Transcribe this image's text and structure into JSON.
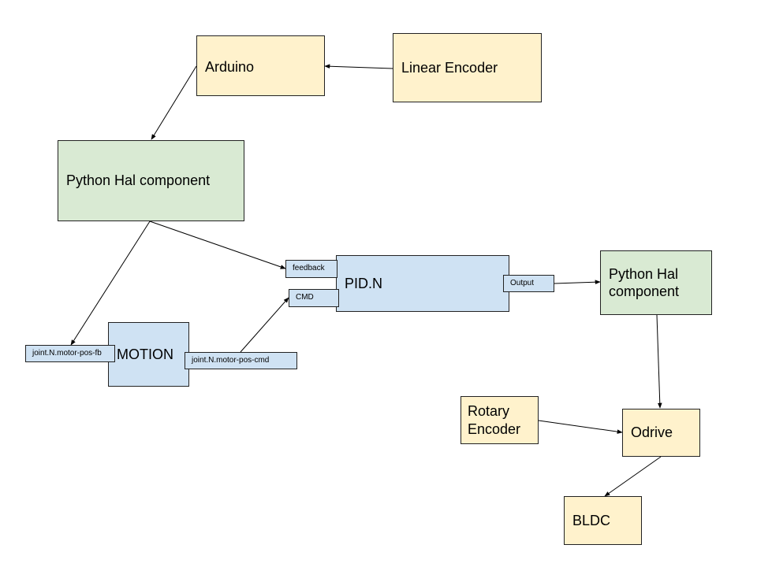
{
  "nodes": {
    "arduino": "Arduino",
    "linear_encoder": "Linear Encoder",
    "python_hal_top": "Python Hal component",
    "pid": "PID.N",
    "python_hal_right": "Python Hal component",
    "motion": "MOTION",
    "rotary_encoder": "Rotary Encoder",
    "odrive": "Odrive",
    "bldc": "BLDC"
  },
  "pins": {
    "feedback": "feedback",
    "cmd": "CMD",
    "output": "Output",
    "motor_pos_fb": "joint.N.motor-pos-fb",
    "motor_pos_cmd": "joint.N.motor-pos-cmd"
  },
  "colors": {
    "yellow": "#fff2cc",
    "green": "#d9ead3",
    "blue": "#cfe2f3",
    "stroke": "#222222"
  }
}
